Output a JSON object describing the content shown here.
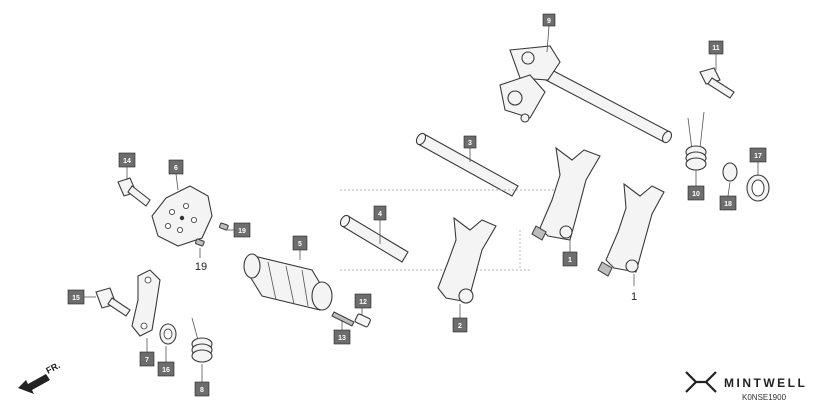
{
  "callouts": {
    "c1": "1",
    "c2": "2",
    "c3": "3",
    "c4": "4",
    "c5": "5",
    "c6": "6",
    "c7": "7",
    "c8": "8",
    "c9": "9",
    "c10": "10",
    "c11": "11",
    "c12": "12",
    "c13": "13",
    "c14": "14",
    "c15": "15",
    "c16": "16",
    "c17": "17",
    "c18": "18",
    "c19": "19"
  },
  "plain_labels": {
    "p1": "1",
    "p19": "19"
  },
  "direction": "FR.",
  "brand": "MINTWELL",
  "diagram_code": "K0NSE1900"
}
